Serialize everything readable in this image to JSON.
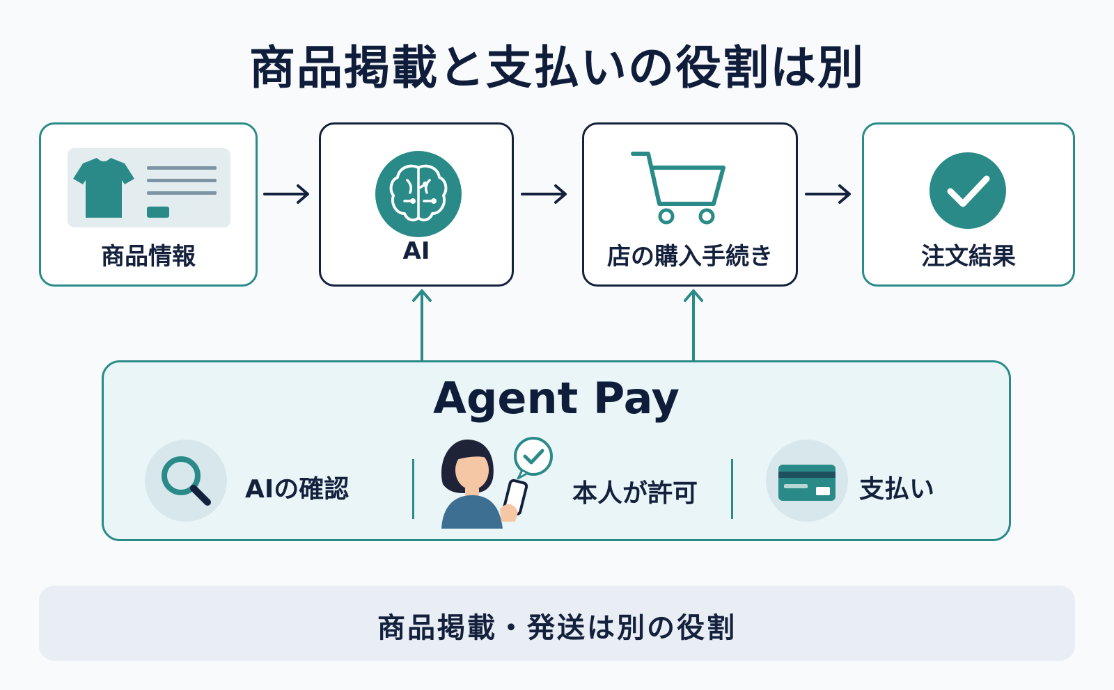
{
  "title": "商品掲載と支払いの役割は別",
  "flow": [
    {
      "label": "商品情報",
      "icon": "product-card-icon"
    },
    {
      "label": "AI",
      "icon": "brain-icon"
    },
    {
      "label": "店の購入手続き",
      "icon": "shopping-cart-icon"
    },
    {
      "label": "注文結果",
      "icon": "check-circle-icon"
    }
  ],
  "agent_pay": {
    "title": "Agent Pay",
    "features": [
      {
        "label": "AIの確認",
        "icon": "search-icon"
      },
      {
        "label": "本人が許可",
        "icon": "person-phone-approval-icon"
      },
      {
        "label": "支払い",
        "icon": "credit-card-icon"
      }
    ]
  },
  "footer": "商品掲載・発送は別の役割",
  "colors": {
    "teal": "#2a8a88",
    "navy": "#14213d",
    "panel": "#eaf5f8"
  }
}
